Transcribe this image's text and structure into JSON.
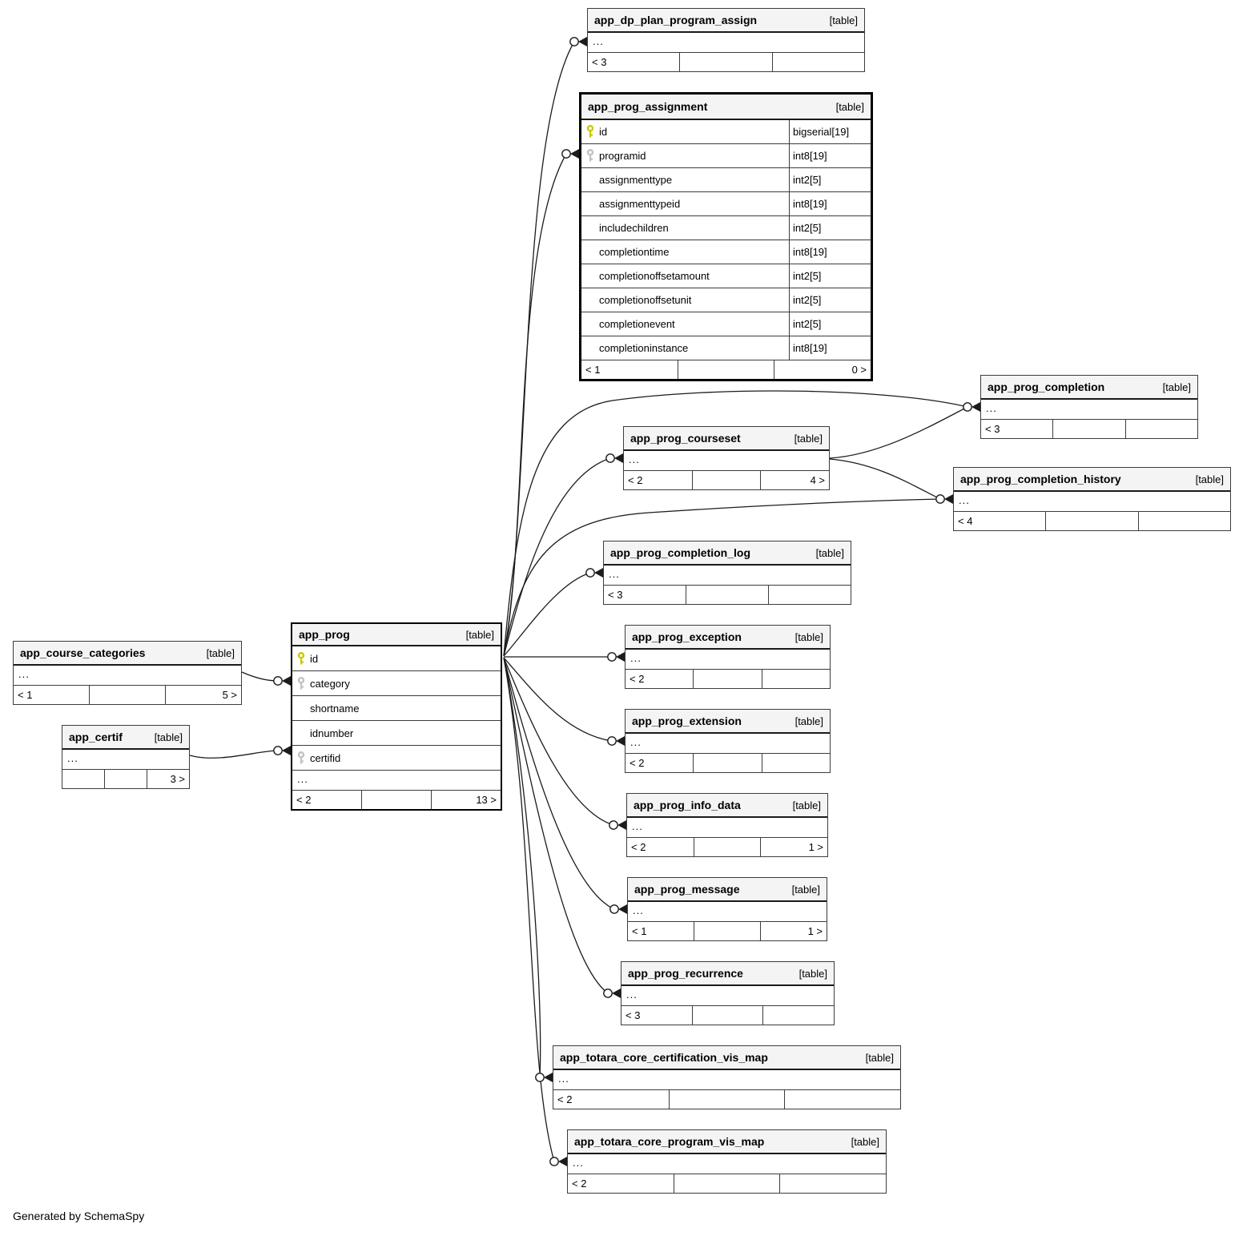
{
  "generator_note": "Generated by SchemaSpy",
  "tag": "[table]",
  "ellipsis": "...",
  "colors": {
    "header_bg": "#f4f4f4",
    "table_border": "#3c3c3c",
    "emphasis_border": "#000000",
    "relationship_line": "#1c1c1c",
    "primary_key": "#c9c900",
    "foreign_key": "#c2c2c2"
  },
  "tables": {
    "dp_plan": {
      "name": "app_dp_plan_program_assign",
      "tag": "[table]",
      "ellipsis": "...",
      "footer": [
        "< 3",
        "",
        ""
      ]
    },
    "assignment": {
      "name": "app_prog_assignment",
      "tag": "[table]",
      "columns": [
        {
          "name": "id",
          "type": "bigserial[19]",
          "key": "pk"
        },
        {
          "name": "programid",
          "type": "int8[19]",
          "key": "fk"
        },
        {
          "name": "assignmenttype",
          "type": "int2[5]"
        },
        {
          "name": "assignmenttypeid",
          "type": "int8[19]"
        },
        {
          "name": "includechildren",
          "type": "int2[5]"
        },
        {
          "name": "completiontime",
          "type": "int8[19]"
        },
        {
          "name": "completionoffsetamount",
          "type": "int2[5]"
        },
        {
          "name": "completionoffsetunit",
          "type": "int2[5]"
        },
        {
          "name": "completionevent",
          "type": "int2[5]"
        },
        {
          "name": "completioninstance",
          "type": "int8[19]"
        }
      ],
      "footer": [
        "< 1",
        "",
        "0 >"
      ]
    },
    "completion": {
      "name": "app_prog_completion",
      "tag": "[table]",
      "ellipsis": "...",
      "footer": [
        "< 3",
        "",
        ""
      ]
    },
    "courseset": {
      "name": "app_prog_courseset",
      "tag": "[table]",
      "ellipsis": "...",
      "footer": [
        "< 2",
        "",
        "4 >"
      ]
    },
    "history": {
      "name": "app_prog_completion_history",
      "tag": "[table]",
      "ellipsis": "...",
      "footer": [
        "< 4",
        "",
        ""
      ]
    },
    "completion_log": {
      "name": "app_prog_completion_log",
      "tag": "[table]",
      "ellipsis": "...",
      "footer": [
        "< 3",
        "",
        ""
      ]
    },
    "exception": {
      "name": "app_prog_exception",
      "tag": "[table]",
      "ellipsis": "...",
      "footer": [
        "< 2",
        "",
        ""
      ]
    },
    "extension": {
      "name": "app_prog_extension",
      "tag": "[table]",
      "ellipsis": "...",
      "footer": [
        "< 2",
        "",
        ""
      ]
    },
    "info_data": {
      "name": "app_prog_info_data",
      "tag": "[table]",
      "ellipsis": "...",
      "footer": [
        "< 2",
        "",
        "1 >"
      ]
    },
    "message": {
      "name": "app_prog_message",
      "tag": "[table]",
      "ellipsis": "...",
      "footer": [
        "< 1",
        "",
        "1 >"
      ]
    },
    "recurrence": {
      "name": "app_prog_recurrence",
      "tag": "[table]",
      "ellipsis": "...",
      "footer": [
        "< 3",
        "",
        ""
      ]
    },
    "cert_vis_map": {
      "name": "app_totara_core_certification_vis_map",
      "tag": "[table]",
      "ellipsis": "...",
      "footer": [
        "< 2",
        "",
        ""
      ]
    },
    "prog_vis_map": {
      "name": "app_totara_core_program_vis_map",
      "tag": "[table]",
      "ellipsis": "...",
      "footer": [
        "< 2",
        "",
        ""
      ]
    },
    "course_categories": {
      "name": "app_course_categories",
      "tag": "[table]",
      "ellipsis": "...",
      "footer": [
        "< 1",
        "",
        "5 >"
      ]
    },
    "certif": {
      "name": "app_certif",
      "tag": "[table]",
      "ellipsis": "...",
      "footer": [
        "",
        "",
        "3 >"
      ]
    },
    "prog": {
      "name": "app_prog",
      "tag": "[table]",
      "columns": [
        {
          "name": "id",
          "key": "pk"
        },
        {
          "name": "category",
          "key": "fk"
        },
        {
          "name": "shortname"
        },
        {
          "name": "idnumber"
        },
        {
          "name": "certifid",
          "key": "fk"
        }
      ],
      "ellipsis": "...",
      "footer": [
        "< 2",
        "",
        "13 >"
      ]
    }
  }
}
